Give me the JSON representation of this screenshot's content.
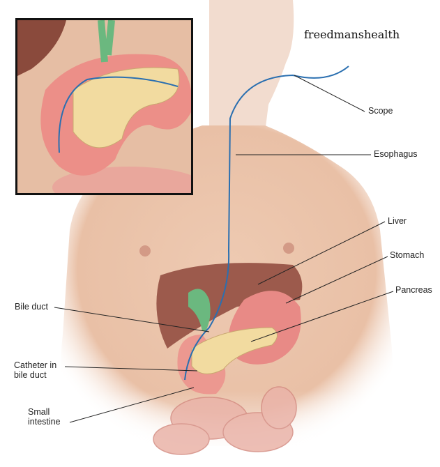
{
  "watermark": "freedmanshealth",
  "labels": {
    "scope": "Scope",
    "esophagus": "Esophagus",
    "liver": "Liver",
    "stomach": "Stomach",
    "pancreas": "Pancreas",
    "bile_duct": "Bile duct",
    "catheter_line1": "Catheter in",
    "catheter_line2": "bile duct",
    "small_intestine_line1": "Small",
    "small_intestine_line2": "intestine"
  },
  "colors": {
    "skin": "#e8bfa5",
    "liver": "#9c5a4c",
    "stomach": "#e88a86",
    "pancreas": "#f2dba0",
    "gallbladder": "#6bb87f",
    "scope": "#2a6fb0"
  }
}
